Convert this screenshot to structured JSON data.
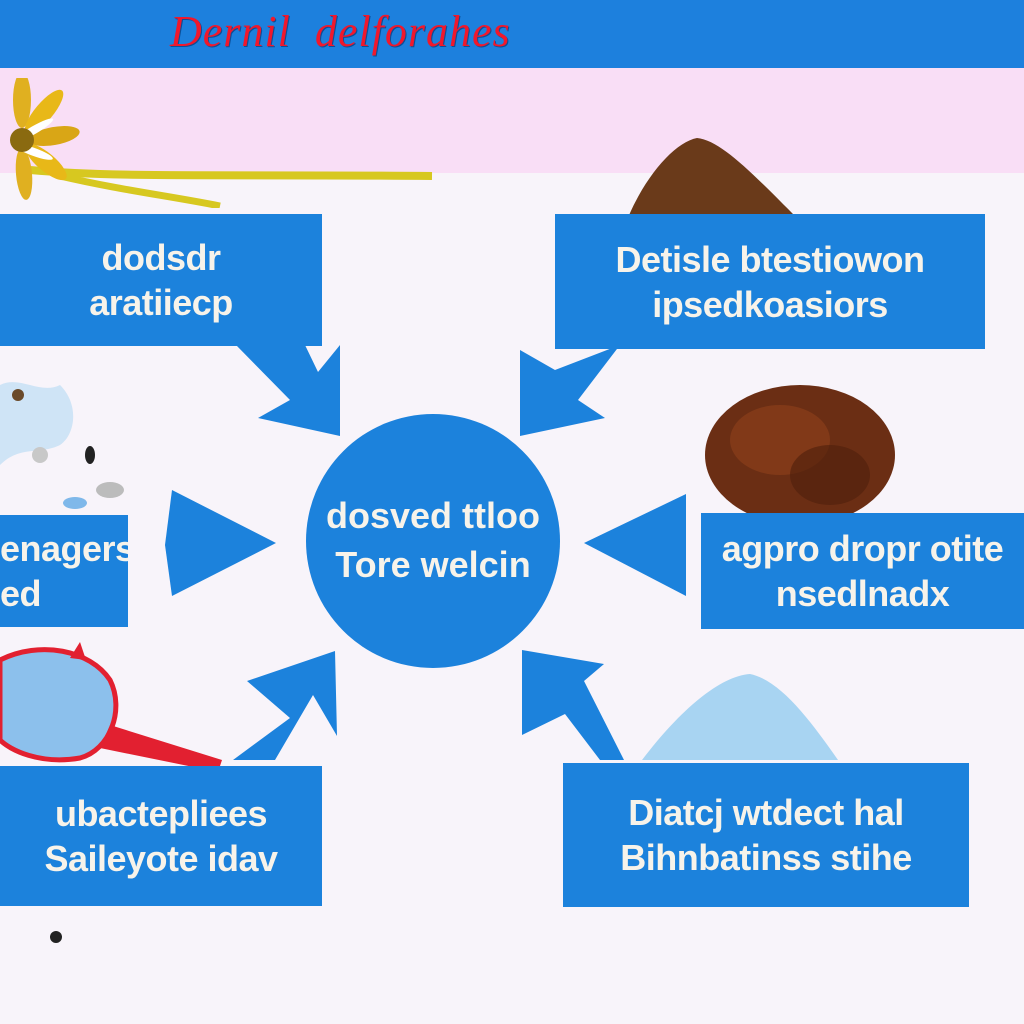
{
  "header": {
    "title": "Dernil  delforahes",
    "background_color": "#1d80dd",
    "title_color": "#f0182c"
  },
  "center": {
    "line1": "dosved ttloo",
    "line2": "Tore welcin",
    "color": "#1c82dc"
  },
  "boxes": {
    "top_left": {
      "line1": "dodsdr",
      "line2": "aratiiecp"
    },
    "top_right": {
      "line1": "Detisle btestiowon",
      "line2": "ipsedkoasiors"
    },
    "middle_left": {
      "line1": "enagers",
      "line2": "ed"
    },
    "middle_right": {
      "line1": "agpro dropr otite",
      "line2": "nsedlnadx"
    },
    "bottom_left": {
      "line1": "ubactepliees",
      "line2": "Saileyote idav"
    },
    "bottom_right": {
      "line1": "Diatcj wtdect hal",
      "line2": "Bihnbatinss stihe"
    }
  },
  "illustrations": {
    "top_left": "dandelion-flower",
    "top_right": "soil-mound",
    "middle_left": "scattered-debris",
    "middle_right": "hair-clump",
    "bottom_left": "blue-brush-tool",
    "bottom_right": "blue-powder-pile"
  },
  "colors": {
    "box_blue": "#1c82dc",
    "arrow_blue": "#1c82dc",
    "pink_band": "#f9def6",
    "background": "#f8f4fa"
  }
}
